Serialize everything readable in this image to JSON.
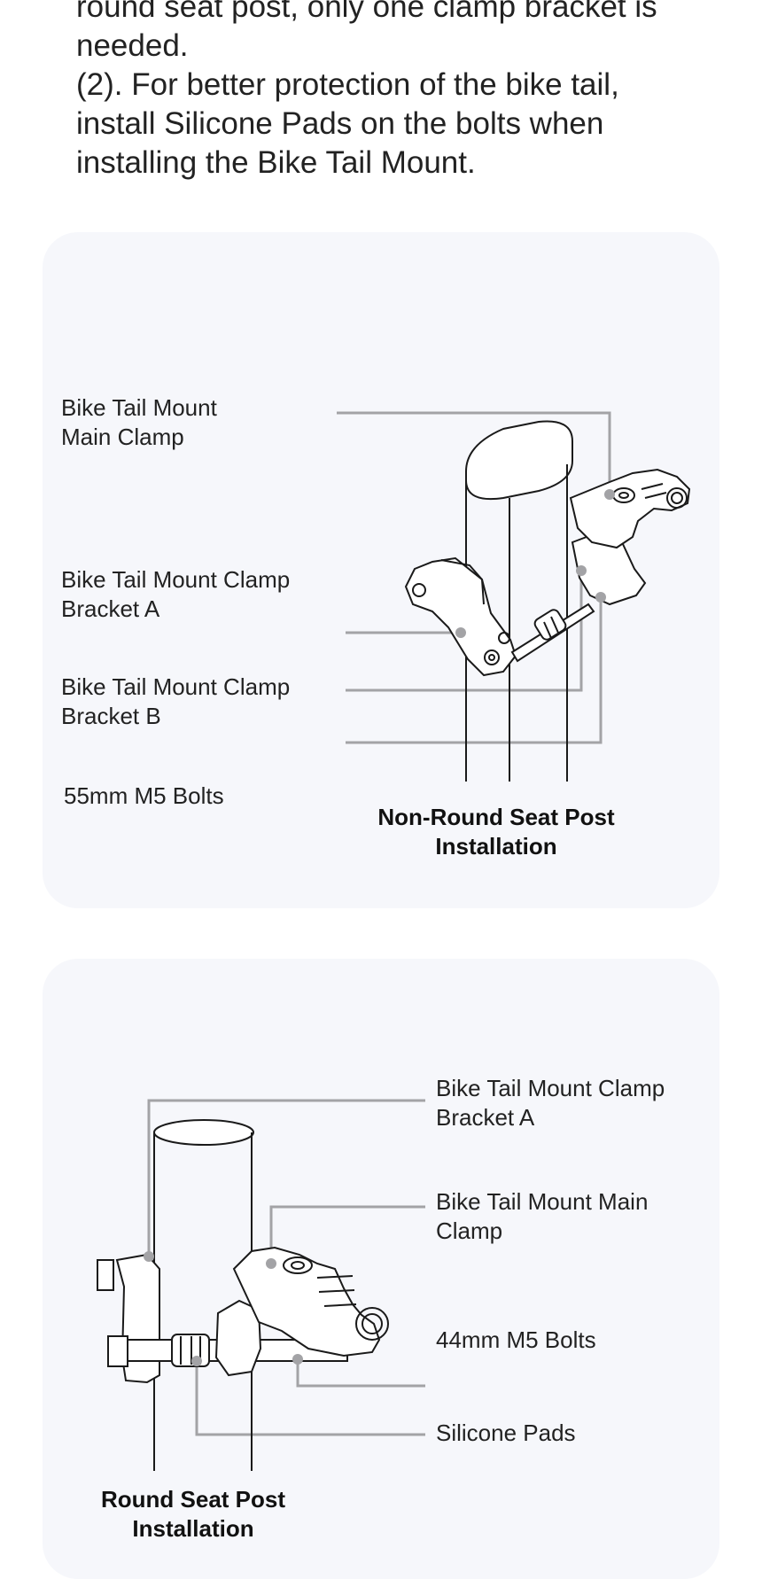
{
  "intro": {
    "lines": [
      "round seat post, only one clamp bracket is",
      "needed.",
      "(2). For better protection of the bike tail,",
      "install Silicone Pads on the bolts when",
      "installing the Bike Tail Mount."
    ]
  },
  "panel1": {
    "labels": {
      "main_clamp": [
        "Bike Tail Mount",
        "Main Clamp"
      ],
      "bracket_a": [
        "Bike Tail Mount Clamp",
        "Bracket A"
      ],
      "bracket_b": [
        "Bike Tail Mount Clamp",
        "Bracket B"
      ],
      "bolts": "55mm M5 Bolts"
    },
    "caption": [
      "Non-Round Seat Post",
      "Installation"
    ]
  },
  "panel2": {
    "labels": {
      "bracket_a": [
        "Bike Tail Mount Clamp",
        "Bracket A"
      ],
      "main_clamp": [
        "Bike Tail Mount Main",
        "Clamp"
      ],
      "bolts": "44mm M5 Bolts",
      "silicone_pads": "Silicone Pads"
    },
    "caption": [
      "Round Seat Post",
      "Installation"
    ]
  },
  "colors": {
    "panel_bg": "#f6f7fb",
    "leader_line": "#a3a3a6",
    "drawing_stroke": "#1a1a1a"
  }
}
